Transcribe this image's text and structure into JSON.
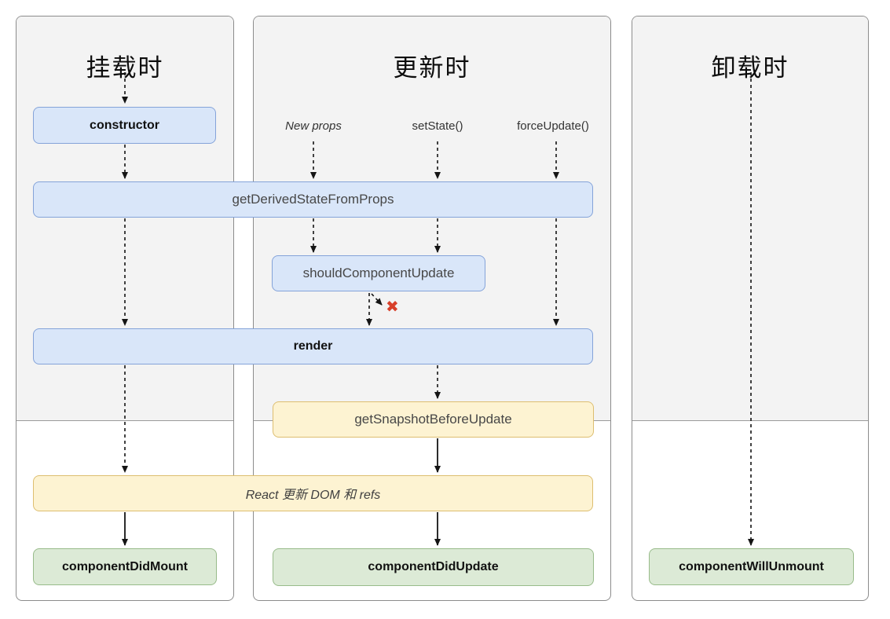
{
  "columns": [
    {
      "title": "挂载时"
    },
    {
      "title": "更新时"
    },
    {
      "title": "卸载时"
    }
  ],
  "update_triggers": {
    "new_props": "New props",
    "set_state": "setState()",
    "force_update": "forceUpdate()"
  },
  "lifecycle_boxes": {
    "constructor": "constructor",
    "get_derived_state_from_props": "getDerivedStateFromProps",
    "should_component_update": "shouldComponentUpdate",
    "render": "render",
    "get_snapshot_before_update": "getSnapshotBeforeUpdate",
    "react_updates_dom": "React 更新 DOM 和 refs",
    "component_did_mount": "componentDidMount",
    "component_did_update": "componentDidUpdate",
    "component_will_unmount": "componentWillUnmount"
  },
  "icons": {
    "cancel_x": "✖"
  },
  "colors": {
    "lifecycle_blue_fill": "#d9e6f9",
    "lifecycle_blue_border": "#84a3d9",
    "commit_yellow_fill": "#fdf3d2",
    "commit_yellow_border": "#ddbe70",
    "done_green_fill": "#dcead6",
    "done_green_border": "#98bb8a",
    "panel_gray": "#f3f3f3",
    "panel_border": "#8c8c8c",
    "cancel_x_red": "#d8402a"
  }
}
